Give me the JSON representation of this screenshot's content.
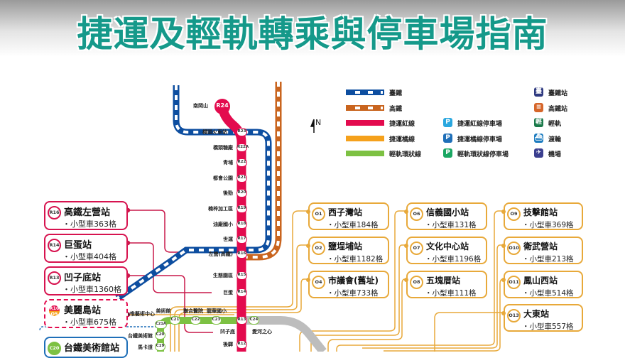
{
  "title": "捷運及輕軌轉乘與停車場指南",
  "legend": {
    "lines": [
      {
        "label": "臺鐵",
        "color": "#0d4ea0"
      },
      {
        "label": "高鐵",
        "color": "#c9641e"
      },
      {
        "label": "捷運紅線",
        "color": "#e30b4e"
      },
      {
        "label": "捷運橘線",
        "color": "#f5a11c"
      },
      {
        "label": "輕軌環狀線",
        "color": "#7dc143"
      }
    ],
    "parking": [
      {
        "label": "捷運紅線停車場",
        "color": "#2aa7df"
      },
      {
        "label": "捷運橘線停車場",
        "color": "#1f6fb8"
      },
      {
        "label": "輕軌環狀線停車場",
        "color": "#1aa763"
      }
    ],
    "icons": [
      {
        "label": "臺鐵站",
        "icon": "train-station-icon",
        "glyph": "臺",
        "color": "#2f3a80"
      },
      {
        "label": "高鐵站",
        "icon": "hsr-station-icon",
        "glyph": "≡",
        "color": "#d6662a"
      },
      {
        "label": "輕軌",
        "icon": "light-rail-icon",
        "glyph": "輕",
        "color": "#1a7a4a"
      },
      {
        "label": "渡輪",
        "icon": "ferry-icon",
        "glyph": "⛴",
        "color": "#1b7bbf"
      },
      {
        "label": "機場",
        "icon": "airport-icon",
        "glyph": "✈",
        "color": "#3b3f8f"
      }
    ],
    "north": "N",
    "parking_glyph": "P"
  },
  "red_line": {
    "terminal": {
      "code": "R24",
      "name": "南岡山"
    },
    "stations": [
      {
        "code": "R23",
        "name": "橋頭火車站"
      },
      {
        "code": "R22A",
        "name": "橋頭糖廠"
      },
      {
        "code": "R22",
        "name": "青埔"
      },
      {
        "code": "R21",
        "name": "都會公園"
      },
      {
        "code": "R20",
        "name": "後勁"
      },
      {
        "code": "R19",
        "name": "楠梓加工區"
      },
      {
        "code": "R18",
        "name": "油廠國小"
      },
      {
        "code": "R17",
        "name": "世運"
      },
      {
        "code": "R16",
        "name": "左營(高鐵)"
      },
      {
        "code": "R15",
        "name": "生態園區"
      },
      {
        "code": "R14",
        "name": "巨蛋"
      },
      {
        "code": "R13",
        "name": "凹子底"
      },
      {
        "code": "R12",
        "name": "後驛"
      }
    ]
  },
  "lrt": {
    "stations": [
      {
        "code": "C21",
        "name": "美術館"
      },
      {
        "code": "C22",
        "name": "聯合醫院"
      },
      {
        "code": "C23",
        "name": "龍華國小"
      },
      {
        "code": "C24",
        "name": ""
      },
      {
        "code": "C21A",
        "name": "內惟藝術中心"
      },
      {
        "code": "C20",
        "name": "台鐵美術館"
      },
      {
        "code": "C19",
        "name": "馬卡道"
      }
    ],
    "other_label": "愛河之心"
  },
  "red_boxes": [
    {
      "code": "R16",
      "name": "高鐵左營站",
      "parking": "・小型車363格"
    },
    {
      "code": "R14",
      "name": "巨蛋站",
      "parking": "・小型車404格"
    },
    {
      "code": "R13",
      "name": "凹子底站",
      "parking": "・小型車1360格"
    },
    {
      "code": "R10",
      "code2": "O5",
      "name": "美麗島站",
      "parking": "・小型車675格"
    },
    {
      "code": "C20",
      "name": "台鐵美術館站",
      "parking": ""
    }
  ],
  "orange_boxes": [
    {
      "code": "O1",
      "name": "西子灣站",
      "parking": "・小型車184格"
    },
    {
      "code": "O2",
      "name": "鹽埕埔站",
      "parking": "・小型車1182格"
    },
    {
      "code": "O4",
      "name": "市議會(舊址)",
      "parking": "・小型車733格"
    },
    {
      "code": "O6",
      "name": "信義國小站",
      "parking": "・小型車131格"
    },
    {
      "code": "O7",
      "name": "文化中心站",
      "parking": "・小型車1196格"
    },
    {
      "code": "O8",
      "name": "五塊厝站",
      "parking": "・小型車111格"
    },
    {
      "code": "O9",
      "name": "技擊館站",
      "parking": "・小型車369格"
    },
    {
      "code": "O10",
      "name": "衛武營站",
      "parking": "・小型車213格"
    },
    {
      "code": "O11",
      "name": "鳳山西站",
      "parking": "・小型車514格"
    },
    {
      "code": "O13",
      "name": "大東站",
      "parking": "・小型車557格"
    }
  ]
}
